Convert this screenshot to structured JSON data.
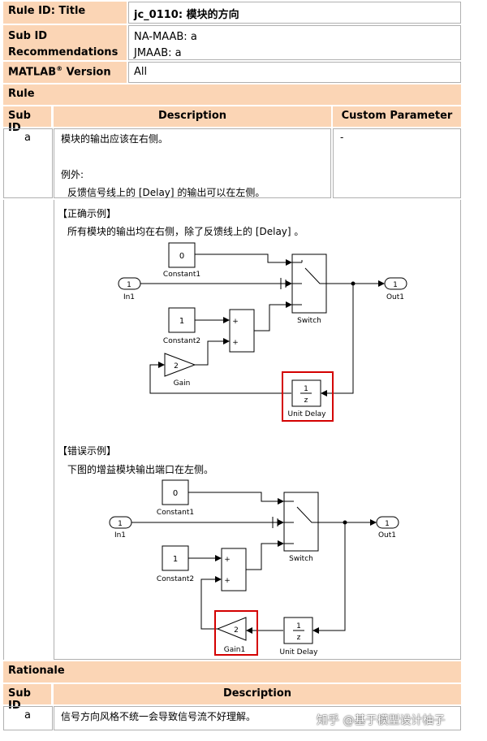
{
  "meta": {
    "rule_id_label": "Rule ID: Title",
    "rule_id_value": "jc_0110: 模块的方向",
    "subid_label_1": "Sub ID",
    "subid_label_2": "Recommendations",
    "subid_value_1": "NA-MAAB: a",
    "subid_value_2": "JMAAB: a",
    "matlab_label": "MATLAB",
    "matlab_sup": "®",
    "matlab_label_rest": " Version",
    "matlab_value": "All"
  },
  "rule": {
    "section_title": "Rule",
    "col_subid": "Sub ID",
    "col_description": "Description",
    "col_custom": "Custom Parameter",
    "row_id": "a",
    "desc_line1": "模块的输出应该在右侧。",
    "desc_line2": "例外:",
    "desc_line3": "反馈信号线上的 [Delay] 的输出可以在左侧。",
    "custom_value": "-"
  },
  "examples": {
    "correct_title": "【正确示例】",
    "correct_desc": "所有模块的输出均在右侧，除了反馈线上的 [Delay] 。",
    "wrong_title": "【错误示例】",
    "wrong_desc": "下图的增益模块输出端口在左侧。"
  },
  "diagram1": {
    "constant1_value": "0",
    "constant1_label": "Constant1",
    "constant2_value": "1",
    "constant2_label": "Constant2",
    "in_port": "1",
    "in_label": "In1",
    "out_port": "1",
    "out_label": "Out1",
    "switch_label": "Switch",
    "sum_plus1": "+",
    "sum_plus2": "+",
    "gain_value": "2",
    "gain_label": "Gain",
    "delay_num": "1",
    "delay_den": "z",
    "delay_label": "Unit Delay"
  },
  "diagram2": {
    "constant1_value": "0",
    "constant1_label": "Constant1",
    "constant2_value": "1",
    "constant2_label": "Constant2",
    "in_port": "1",
    "in_label": "In1",
    "out_port": "1",
    "out_label": "Out1",
    "switch_label": "Switch",
    "sum_plus1": "+",
    "sum_plus2": "+",
    "gain_value": "2",
    "gain_label": "Gain1",
    "delay_num": "1",
    "delay_den": "z",
    "delay_label": "Unit Delay"
  },
  "rationale": {
    "section_title": "Rationale",
    "col_subid": "Sub ID",
    "col_description": "Description",
    "row_id": "a",
    "desc": "信号方向风格不统一会导致信号流不好理解。"
  },
  "watermark": "知乎 @基于模型设计柚子",
  "colors": {
    "header_bg": "#fbd5b5",
    "highlight": "#d40000",
    "border": "#b0b0b0"
  }
}
